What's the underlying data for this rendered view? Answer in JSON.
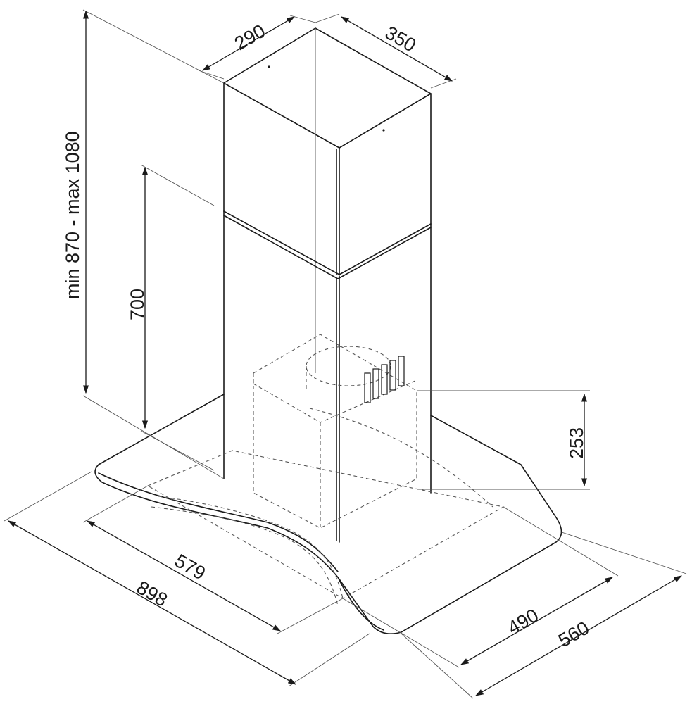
{
  "dimensions": {
    "chimney_depth": "290",
    "chimney_width": "350",
    "total_height": "min 870 - max 1080",
    "lower_chimney_height": "700",
    "canopy_height": "253",
    "glass_depth": "579",
    "overall_width": "898",
    "glass_width": "490",
    "overall_depth": "560"
  },
  "colors": {
    "line": "#1a1a1a",
    "background": "#ffffff"
  }
}
